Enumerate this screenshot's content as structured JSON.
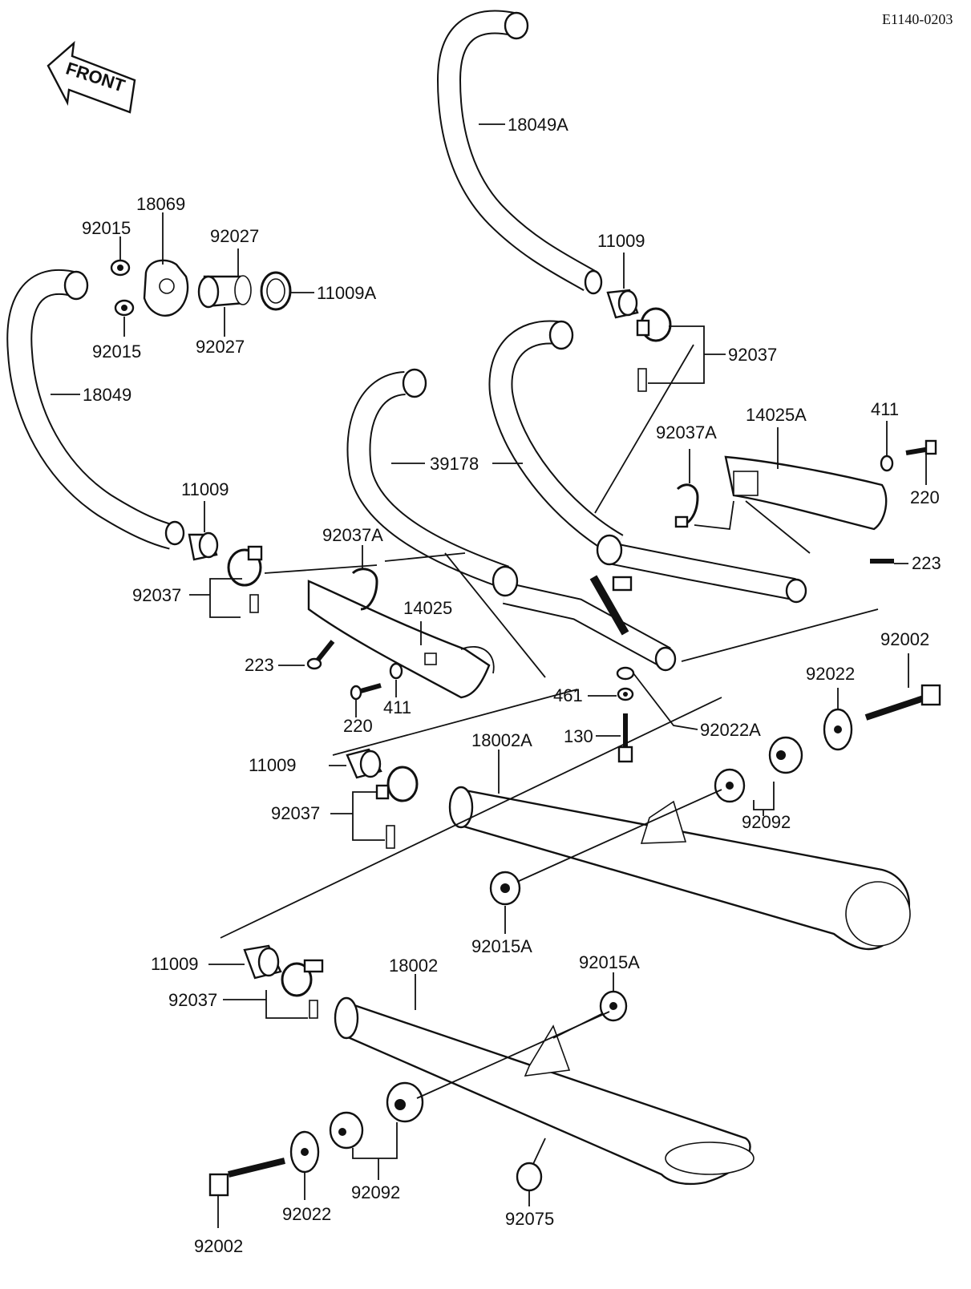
{
  "diagram": {
    "ref_code": "E1140-0203",
    "front_label": "FRONT",
    "labels": {
      "p18049A": "18049A",
      "p18069": "18069",
      "p92015_a": "92015",
      "p92027_a": "92027",
      "p11009A": "11009A",
      "p92027_b": "92027",
      "p92015_b": "92015",
      "p18049": "18049",
      "p11009_top": "11009",
      "p92037_top": "92037",
      "p14025A": "14025A",
      "p411_top": "411",
      "p92037A_right": "92037A",
      "p220_top": "220",
      "p39178": "39178",
      "p223_right": "223",
      "p11009_left": "11009",
      "p92037A_mid": "92037A",
      "p92037_left": "92037",
      "p14025": "14025",
      "p223_left": "223",
      "p92002_top": "92002",
      "p411_left": "411",
      "p220_left": "220",
      "p92022_top": "92022",
      "p461": "461",
      "p92022A": "92022A",
      "p130": "130",
      "p18002A": "18002A",
      "p11009_mid": "11009",
      "p92037_mid": "92037",
      "p92092_top": "92092",
      "p92015A_mid": "92015A",
      "p11009_low": "11009",
      "p18002": "18002",
      "p92015A_low": "92015A",
      "p92037_low": "92037",
      "p92092_low": "92092",
      "p92022_low": "92022",
      "p92075": "92075",
      "p92002_low": "92002"
    }
  }
}
